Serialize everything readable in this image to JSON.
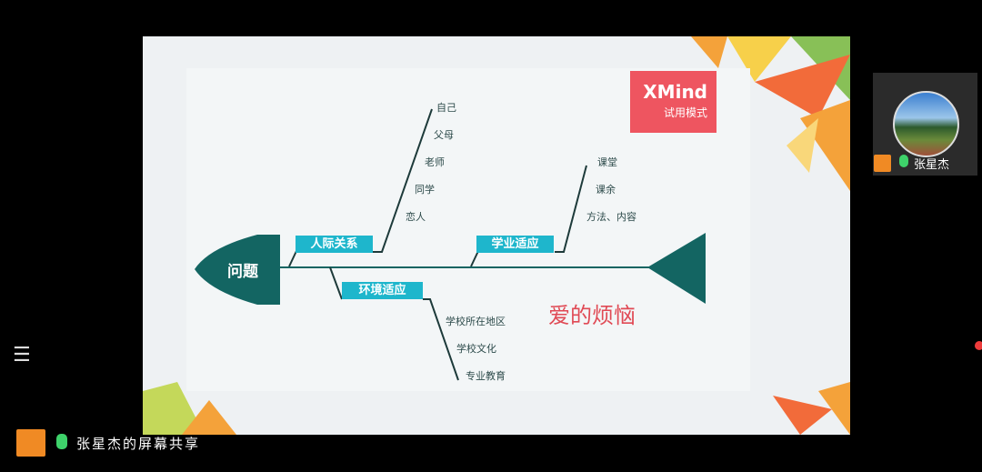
{
  "diagram": {
    "head": "问题",
    "watermark": {
      "title": "XMind",
      "subtitle": "试用模式"
    },
    "title": "爱的烦恼",
    "branches": [
      {
        "label": "人际关系",
        "items": [
          "自己",
          "父母",
          "老师",
          "同学",
          "恋人"
        ]
      },
      {
        "label": "学业适应",
        "items": [
          "课堂",
          "课余",
          "方法、内容"
        ]
      },
      {
        "label": "环境适应",
        "items": [
          "学校所在地区",
          "学校文化",
          "专业教育"
        ]
      }
    ]
  },
  "participant": {
    "name": "张星杰"
  },
  "share_label": "张星杰的屏幕共享",
  "icons": [
    "person-icon",
    "microphone-icon",
    "menu-icon"
  ],
  "colors": {
    "spine": "#136562",
    "category": "#1eb6cc",
    "watermark": "#ee5560"
  }
}
